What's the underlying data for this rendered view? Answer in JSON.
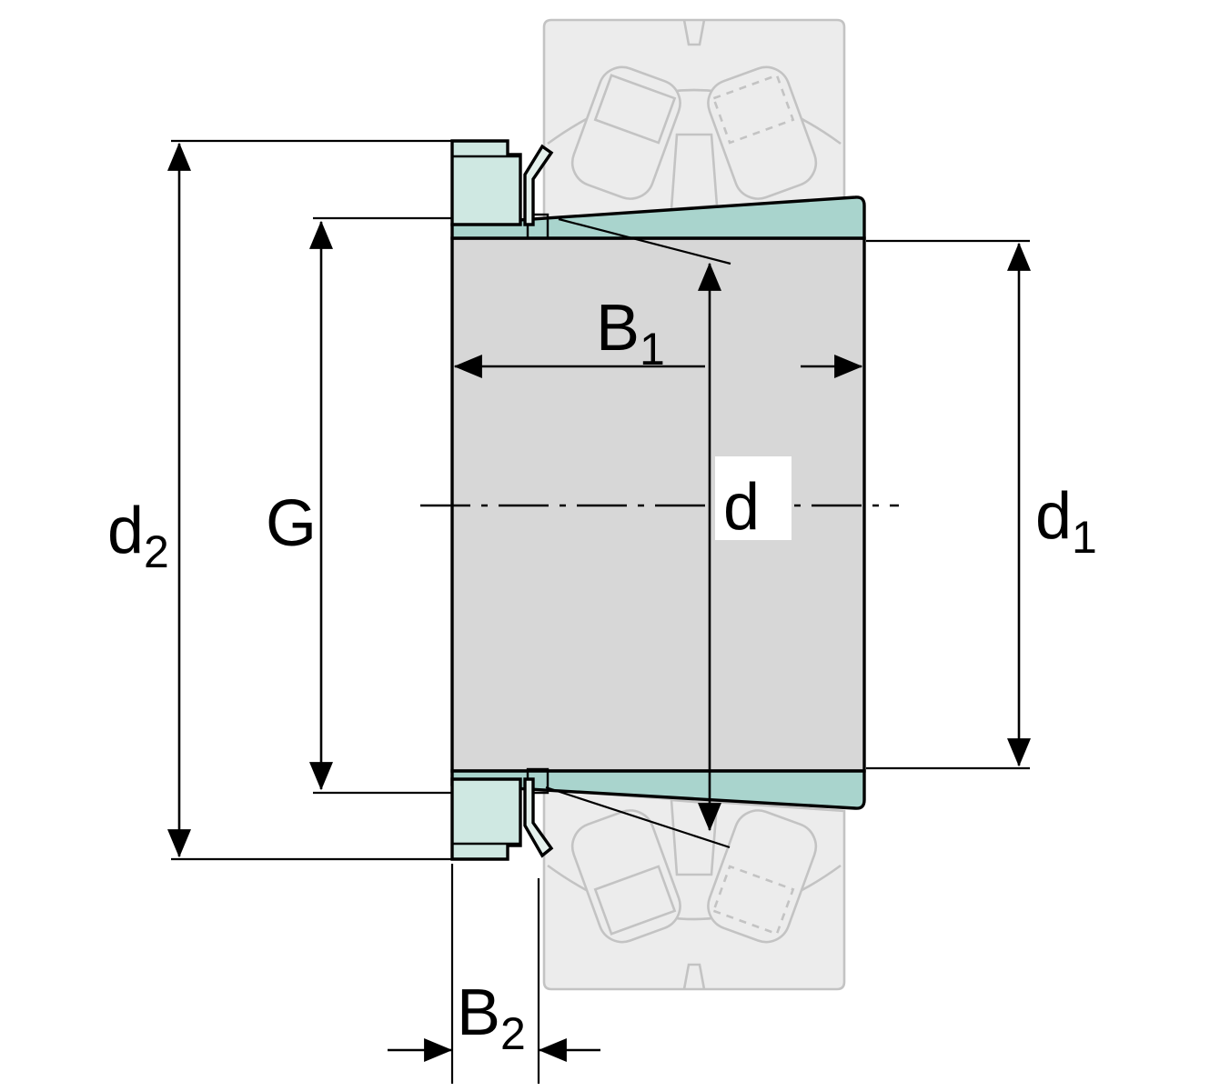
{
  "diagram": {
    "type": "technical-drawing",
    "description": "Cross-section of an adapter sleeve with lock nut and lock washer; mounted spherical roller bearing shown ghosted above and below",
    "labels": {
      "d2": {
        "base": "d",
        "sub": "2"
      },
      "g": {
        "base": "G",
        "sub": ""
      },
      "b1": {
        "base": "B",
        "sub": "1"
      },
      "d": {
        "base": "d",
        "sub": ""
      },
      "d1": {
        "base": "d",
        "sub": "1"
      },
      "b2": {
        "base": "B",
        "sub": "2"
      }
    },
    "colors": {
      "background": "#ffffff",
      "sleeve_body": "#d7d7d7",
      "taper_surface": "#a9d4cd",
      "lock_nut": "#cfe8e2",
      "washer": "#e4f0ec",
      "keyway": "#ffffff",
      "outline": "#000000",
      "ghost_fill": "#ececec",
      "ghost_line": "#c3c3c3"
    }
  }
}
